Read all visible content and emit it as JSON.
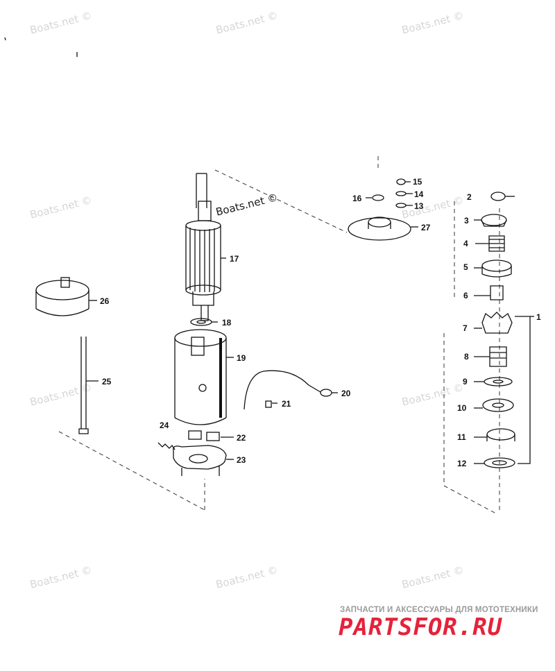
{
  "watermark": "Boats.net ©",
  "part_numbers": {
    "p1": "1",
    "p2": "2",
    "p3": "3",
    "p4": "4",
    "p5": "5",
    "p6": "6",
    "p7": "7",
    "p8": "8",
    "p9": "9",
    "p10": "10",
    "p11": "11",
    "p12": "12",
    "p13": "13",
    "p14": "14",
    "p15": "15",
    "p16": "16",
    "p17": "17",
    "p18": "18",
    "p19": "19",
    "p20": "20",
    "p21": "21",
    "p22": "22",
    "p23": "23",
    "p24": "24",
    "p25": "25",
    "p26": "26",
    "p27": "27"
  },
  "branding": {
    "tagline": "ЗАПЧАСТИ И АКСЕССУАРЫ ДЛЯ МОТОТЕХНИКИ",
    "site": "PARTSFOR.RU",
    "color": "#e5223a"
  }
}
